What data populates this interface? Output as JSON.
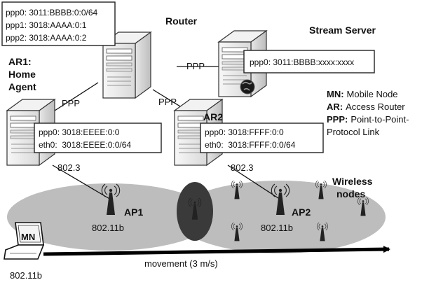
{
  "nodes": {
    "router": {
      "label": "Router",
      "interfaces": [
        "ppp0: 3011:BBBB:0:0/64",
        "ppp1: 3018:AAAA:0:1",
        "ppp2: 3018:AAAA:0:2"
      ]
    },
    "stream_server": {
      "label": "Stream Server",
      "interfaces": [
        "ppp0: 3011:BBBB:xxxx:xxxx"
      ]
    },
    "ar1": {
      "label_lines": [
        "AR1:",
        "Home",
        "Agent"
      ],
      "interfaces": [
        "ppp0: 3018:EEEE:0:0",
        "eth0:  3018:EEEE:0:0/64"
      ]
    },
    "ar2": {
      "label": "AR2",
      "interfaces": [
        "ppp0: 3018:FFFF:0:0",
        "eth0:  3018:FFFF:0:0/64"
      ]
    },
    "ap1": {
      "label": "AP1",
      "standard": "802.11b"
    },
    "ap2": {
      "label": "AP2",
      "standard": "802.11b"
    },
    "mn": {
      "label": "MN",
      "standard": "802.11b"
    }
  },
  "links": {
    "ppp_label": "PPP",
    "eth_label": "802.3"
  },
  "wireless_nodes_label_lines": [
    "Wireless",
    "nodes"
  ],
  "movement_label": "movement (3 m/s)",
  "legend": [
    {
      "abbr": "MN:",
      "text": "Mobile Node"
    },
    {
      "abbr": "AR:",
      "text": "Access Router"
    },
    {
      "abbr": "PPP:",
      "text": "Point-to-Point-"
    }
  ],
  "legend_continuation": "Protocol Link"
}
